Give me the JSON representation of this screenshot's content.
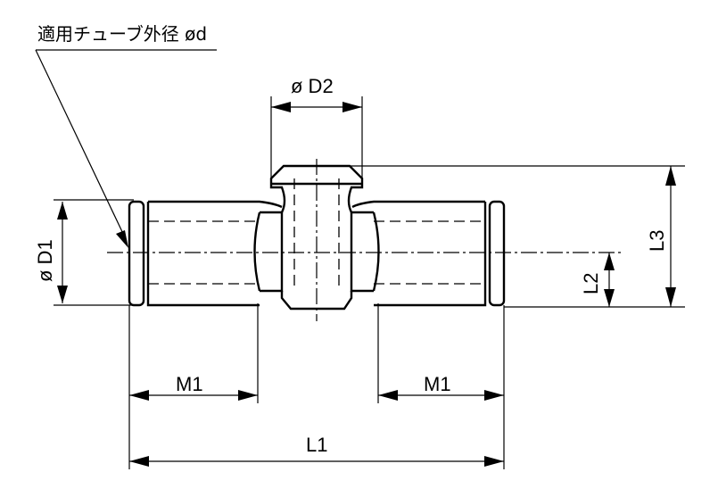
{
  "labels": {
    "tube_od": "適用チューブ外径 ød",
    "d1": "ø D1",
    "d2": "ø D2",
    "l1": "L1",
    "l2": "L2",
    "l3": "L3",
    "m1_left": "M1",
    "m1_right": "M1"
  }
}
